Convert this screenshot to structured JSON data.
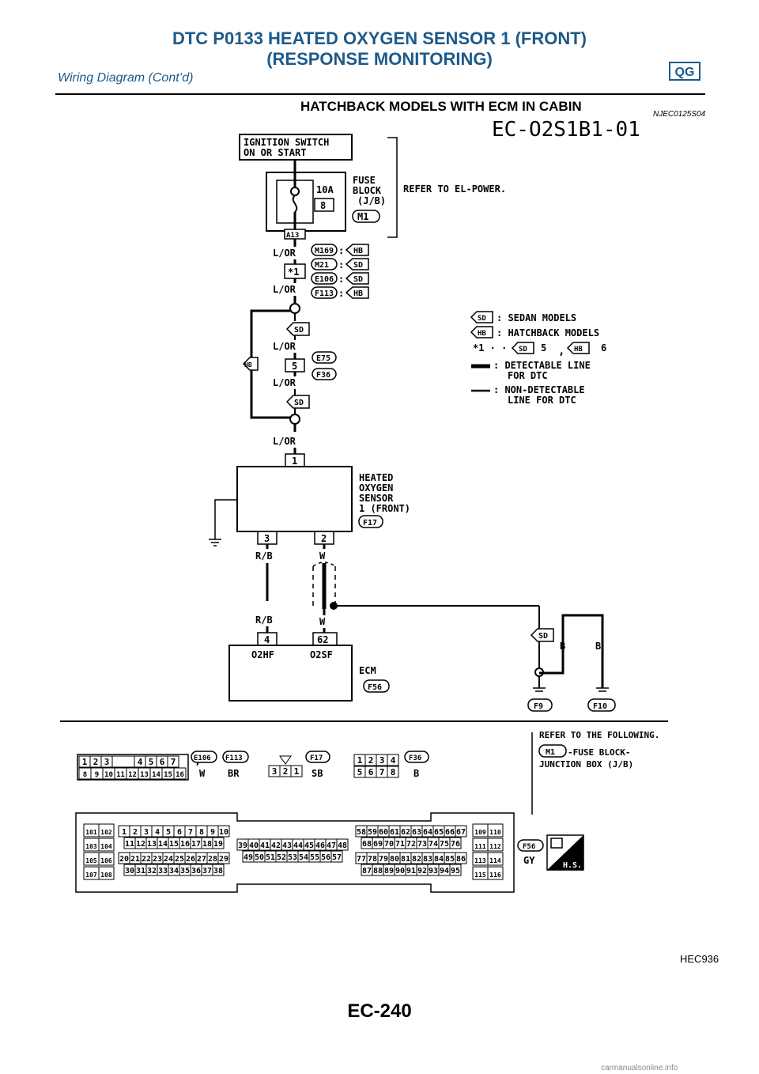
{
  "header": {
    "title_line1": "DTC P0133 HEATED OXYGEN SENSOR 1 (FRONT)",
    "title_line2": "(RESPONSE MONITORING)",
    "subtitle": "Wiring Diagram (Cont’d)",
    "badge": "QG"
  },
  "section": {
    "title": "HATCHBACK MODELS WITH ECM IN CABIN",
    "code": "NJEC0125S04"
  },
  "diagram": {
    "id": "EC-O2S1B1-01",
    "ignition": [
      "IGNITION SWITCH",
      "ON OR START"
    ],
    "fuse_amp": "10A",
    "fuse_no": "8",
    "fuse_block": [
      "FUSE",
      "BLOCK",
      "(J/B)"
    ],
    "fuse_conn": "M1",
    "refer_power": "REFER TO EL-POWER.",
    "fuse_terminal": "A13",
    "wire_lor": "L/OR",
    "star1": "*1",
    "conn_tags": [
      "M169",
      "M21",
      "E106",
      "F113"
    ],
    "conn_variants": [
      "HB",
      "SD",
      "SD",
      "HB"
    ],
    "hb": "HB",
    "sd": "SD",
    "e75": "E75",
    "f36": "F36",
    "pin5": "5",
    "pin1": "1",
    "pin3": "3",
    "pin2": "2",
    "pin4": "4",
    "pin62": "62",
    "wire_rb": "R/B",
    "wire_w": "W",
    "wire_b": "B",
    "sensor_label": [
      "HEATED",
      "OXYGEN",
      "SENSOR",
      "1 (FRONT)"
    ],
    "sensor_conn": "F17",
    "ecm_label": "ECM",
    "ecm_conn": "F56",
    "o2hf": "O2HF",
    "o2sf": "O2SF",
    "ground1": "F9",
    "ground2": "F10"
  },
  "legend": {
    "sd_text": ": SEDAN MODELS",
    "hb_text": ": HATCHBACK MODELS",
    "star_text": "*1 · · ·",
    "star_sd": "5",
    "star_hb": "6",
    "detectable": [
      ": DETECTABLE LINE",
      "FOR DTC"
    ],
    "nondetectable": [
      ": NON-DETECTABLE",
      "LINE FOR DTC"
    ]
  },
  "refer_following": {
    "title": "REFER TO THE FOLLOWING.",
    "conn": "M1",
    "text1": "-FUSE BLOCK-",
    "text2": "JUNCTION BOX (J/B)"
  },
  "connectors": {
    "c16_top": [
      "1",
      "2",
      "3",
      "",
      "4",
      "5",
      "6",
      "7"
    ],
    "c16_bot": [
      "8",
      "9",
      "10",
      "11",
      "12",
      "13",
      "14",
      "15",
      "16"
    ],
    "e106": "E106",
    "f113": "F113",
    "color_w": "W",
    "color_br": "BR",
    "f17_pins": [
      "3",
      "2",
      "1"
    ],
    "f17": "F17",
    "color_sb": "SB",
    "f36_top": [
      "1",
      "2",
      "3",
      "4"
    ],
    "f36_bot": [
      "5",
      "6",
      "7",
      "8"
    ],
    "f36": "F36",
    "color_b": "B",
    "f56": "F56",
    "color_gy": "GY",
    "hs": "H.S.",
    "ecm_left": [
      "101",
      "102",
      "103",
      "104",
      "105",
      "106",
      "107",
      "108"
    ],
    "ecm_r1": [
      "1",
      "2",
      "3",
      "4",
      "5",
      "6",
      "7",
      "8",
      "9",
      "10"
    ],
    "ecm_r2": [
      "11",
      "12",
      "13",
      "14",
      "15",
      "16",
      "17",
      "18",
      "19"
    ],
    "ecm_r3": [
      "20",
      "21",
      "22",
      "23",
      "24",
      "25",
      "26",
      "27",
      "28",
      "29"
    ],
    "ecm_r4": [
      "30",
      "31",
      "32",
      "33",
      "34",
      "35",
      "36",
      "37",
      "38"
    ],
    "ecm_m1": [
      "39",
      "40",
      "41",
      "42",
      "43",
      "44",
      "45",
      "46",
      "47",
      "48"
    ],
    "ecm_m2": [
      "49",
      "50",
      "51",
      "52",
      "53",
      "54",
      "55",
      "56",
      "57"
    ],
    "ecm_s1": [
      "58",
      "59",
      "60",
      "61",
      "62",
      "63",
      "64",
      "65",
      "66",
      "67"
    ],
    "ecm_s2": [
      "68",
      "69",
      "70",
      "71",
      "72",
      "73",
      "74",
      "75",
      "76"
    ],
    "ecm_s3": [
      "77",
      "78",
      "79",
      "80",
      "81",
      "82",
      "83",
      "84",
      "85",
      "86"
    ],
    "ecm_s4": [
      "87",
      "88",
      "89",
      "90",
      "91",
      "92",
      "93",
      "94",
      "95"
    ],
    "ecm_right": [
      "109",
      "110",
      "111",
      "112",
      "113",
      "114",
      "115",
      "116"
    ]
  },
  "footer": {
    "code": "HEC936",
    "page": "EC-240",
    "watermark": "carmanualsonline.info"
  }
}
